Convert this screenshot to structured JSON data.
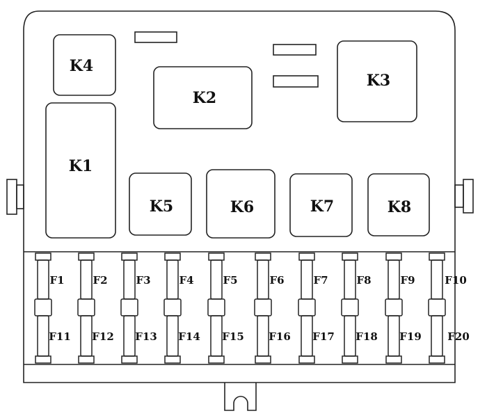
{
  "relays": {
    "k1": "K1",
    "k2": "K2",
    "k3": "K3",
    "k4": "K4",
    "k5": "K5",
    "k6": "K6",
    "k7": "K7",
    "k8": "K8"
  },
  "fuses": {
    "top": [
      "F1",
      "F2",
      "F3",
      "F4",
      "F5",
      "F6",
      "F7",
      "F8",
      "F9",
      "F10"
    ],
    "bottom": [
      "F11",
      "F12",
      "F13",
      "F14",
      "F15",
      "F16",
      "F17",
      "F18",
      "F19",
      "F20"
    ]
  }
}
